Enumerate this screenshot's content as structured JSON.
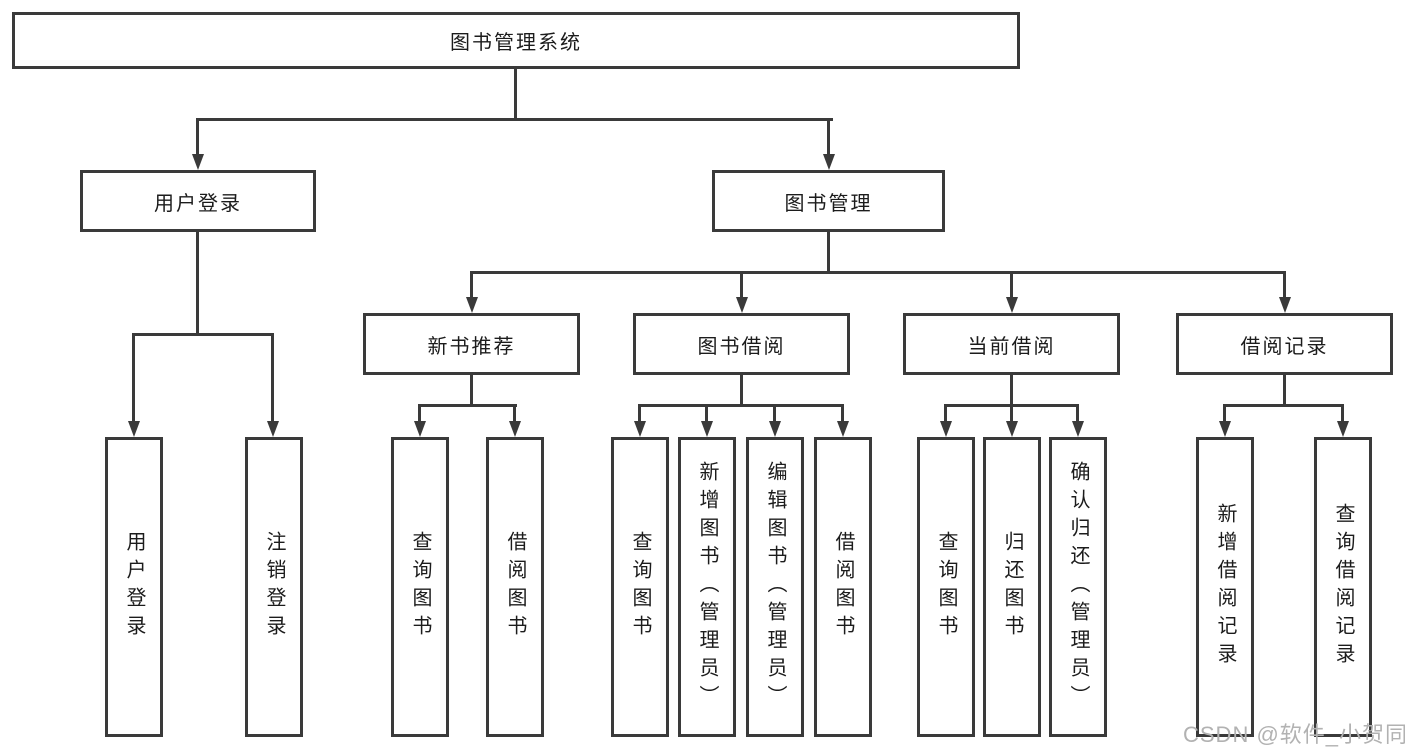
{
  "diagram": {
    "root": {
      "label": "图书管理系统"
    },
    "branches": [
      {
        "label": "用户登录",
        "children": [
          {
            "label": "用户登录"
          },
          {
            "label": "注销登录"
          }
        ]
      },
      {
        "label": "图书管理",
        "children": [
          {
            "label": "新书推荐",
            "children": [
              {
                "label": "查询图书"
              },
              {
                "label": "借阅图书"
              }
            ]
          },
          {
            "label": "图书借阅",
            "children": [
              {
                "label": "查询图书"
              },
              {
                "label": "新增图书（管理员）"
              },
              {
                "label": "编辑图书（管理员）"
              },
              {
                "label": "借阅图书"
              }
            ]
          },
          {
            "label": "当前借阅",
            "children": [
              {
                "label": "查询图书"
              },
              {
                "label": "归还图书"
              },
              {
                "label": "确认归还（管理员）"
              }
            ]
          },
          {
            "label": "借阅记录",
            "children": [
              {
                "label": "新增借阅记录"
              },
              {
                "label": "查询借阅记录"
              }
            ]
          }
        ]
      }
    ]
  },
  "watermark": {
    "text": "CSDN @软件_小贺同学"
  },
  "colors": {
    "line": "#3a3a3a",
    "text": "#1c1c1c",
    "box_fill": "#ffffff",
    "watermark": "#b2b2b2",
    "background": "#ffffff"
  }
}
